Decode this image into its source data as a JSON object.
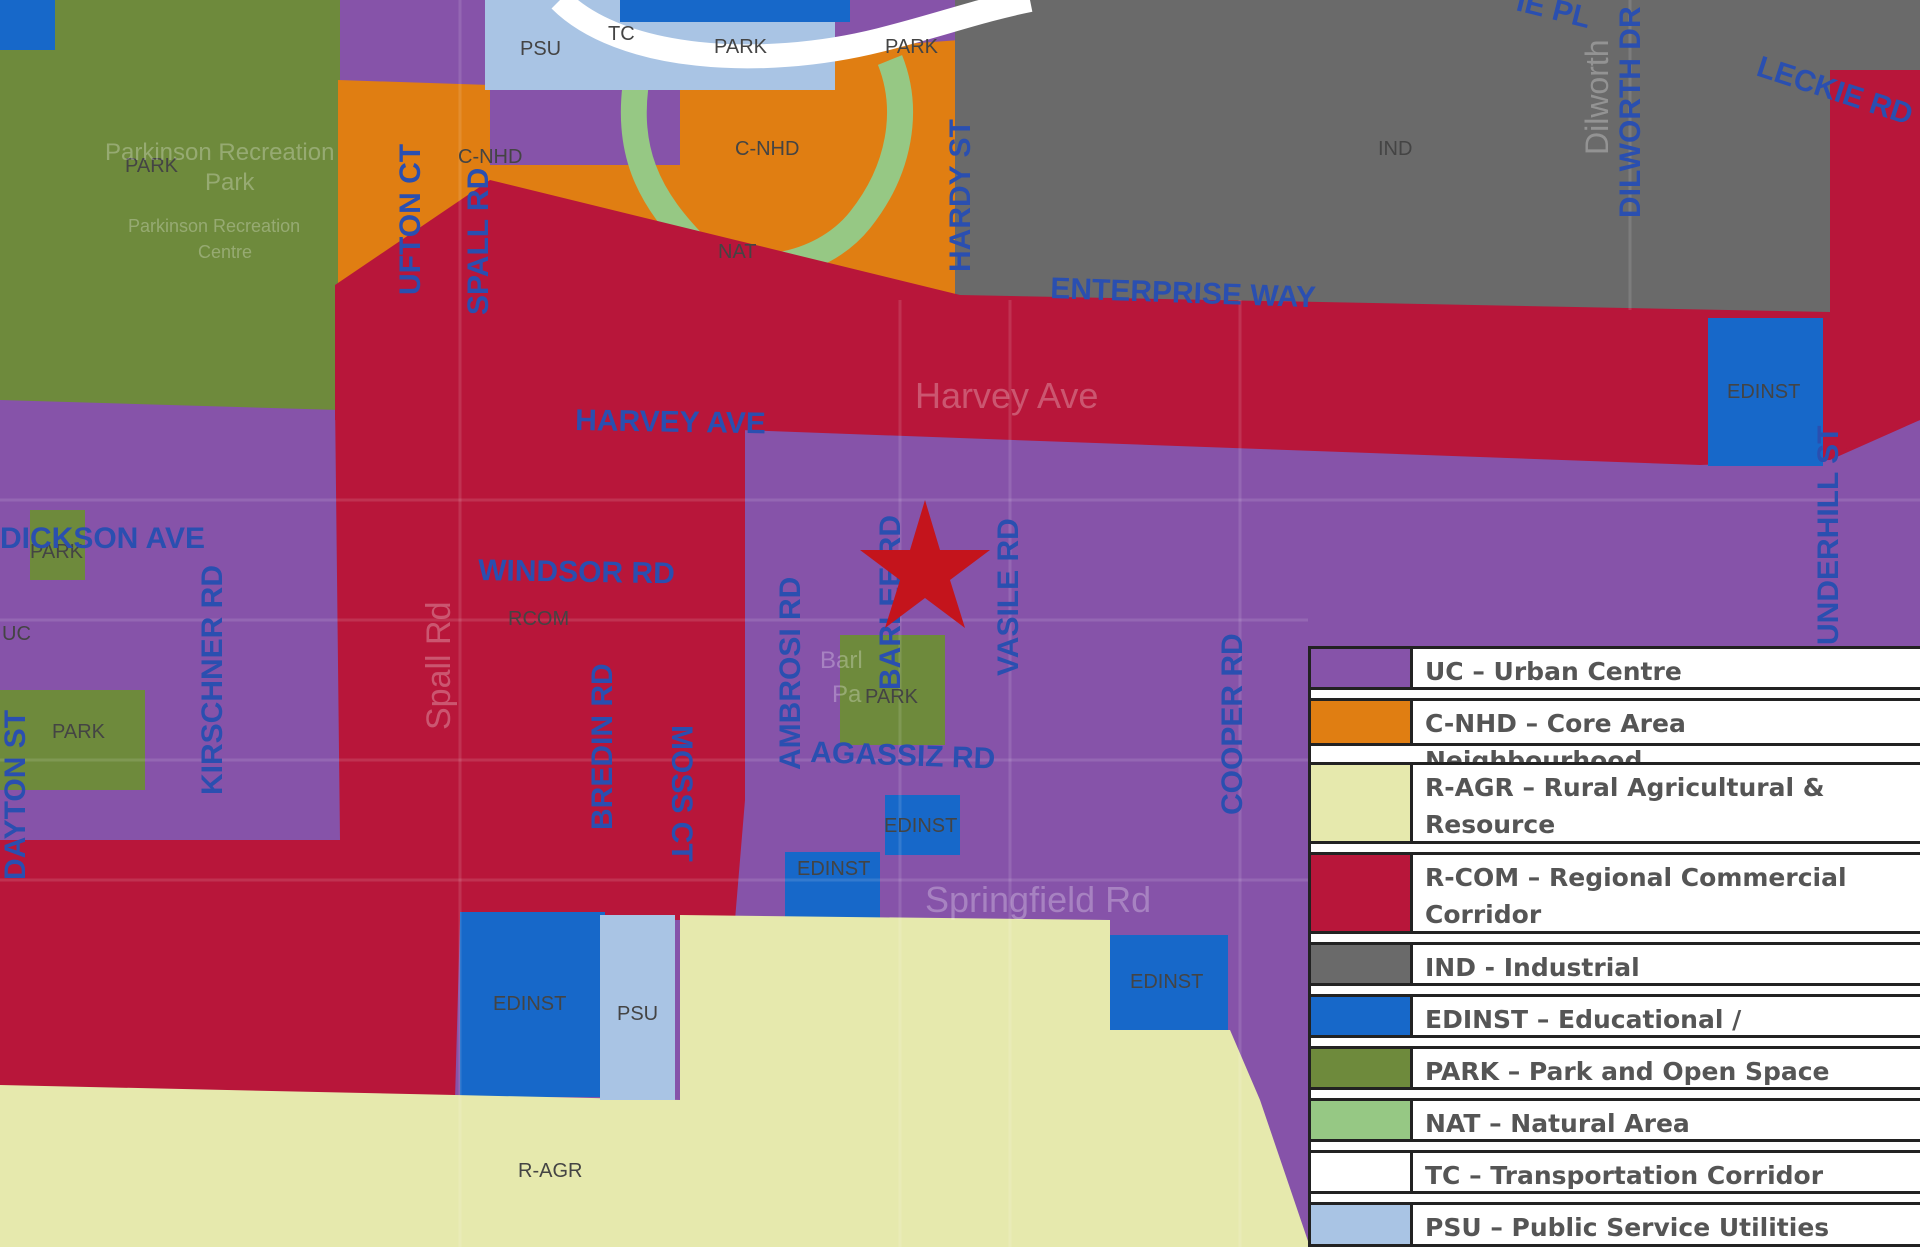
{
  "zones": {
    "uc": "UC",
    "cnhd": "C-NHD",
    "ragr": "R-AGR",
    "rcom": "RCOM",
    "ind": "IND",
    "edinst": "EDINST",
    "park": "PARK",
    "nat": "NAT",
    "tc": "TC",
    "psu": "PSU"
  },
  "streets": {
    "ufton": "UFTON CT",
    "spall": "SPALL RD",
    "hardy": "HARDY ST",
    "dilworth": "DILWORTH DR",
    "dilworth_faint": "Dilworth",
    "leckie": "LECKIE RD",
    "topright": "IE PL",
    "enterprise": "ENTERPRISE WAY",
    "harvey": "HARVEY AVE",
    "harvey_faint": "Harvey Ave",
    "dickson": "DICKSON AVE",
    "windsor": "WINDSOR RD",
    "kirschner": "KIRSCHNER RD",
    "spall_faint": "Spall Rd",
    "bredin": "BREDIN RD",
    "moss": "MOSS CT",
    "ambrosi": "AMBROSI RD",
    "barlee": "BARLEE RD",
    "vasile": "VASILE RD",
    "agassiz": "AGASSIZ RD",
    "cooper": "COOPER RD",
    "underhill": "UNDERHILL ST",
    "dayton": "DAYTON ST",
    "springfield": "Springfield Rd"
  },
  "faint_labels": {
    "parkinson_park_1": "Parkinson Recreation",
    "parkinson_park_2": "Park",
    "parkinson_centre_1": "Parkinson Recreation",
    "parkinson_centre_2": "Centre",
    "barlee_park_1": "Barl",
    "barlee_park_2": "Pa"
  },
  "legend": [
    {
      "label": "UC – Urban Centre",
      "color": "#8653a9"
    },
    {
      "label": "C-NHD – Core Area Neighbourhood",
      "color": "#e07e12"
    },
    {
      "label": "R-AGR – Rural Agricultural & Resource",
      "color": "#e6e9ad"
    },
    {
      "label": "R-COM – Regional Commercial Corridor",
      "color": "#b8163a"
    },
    {
      "label": "IND - Industrial",
      "color": "#6a6a6a"
    },
    {
      "label": "EDINST – Educational / Institutional",
      "color": "#1768c9"
    },
    {
      "label": "PARK – Park and Open Space",
      "color": "#6e8a3c"
    },
    {
      "label": "NAT – Natural Area",
      "color": "#96c884"
    },
    {
      "label": "TC – Transportation Corridor",
      "color": "#ffffff"
    },
    {
      "label": "PSU – Public Service Utilities",
      "color": "#a9c4e4"
    }
  ],
  "colors": {
    "uc": "#8653a9",
    "cnhd": "#e07e12",
    "ragr": "#e6e9ad",
    "rcom": "#b8163a",
    "ind": "#6a6a6a",
    "edinst": "#1768c9",
    "park": "#6e8a3c",
    "nat": "#96c884",
    "tc": "#ffffff",
    "psu": "#a9c4e4",
    "street_text": "#2a4fb0",
    "marker": "#c4141c"
  }
}
